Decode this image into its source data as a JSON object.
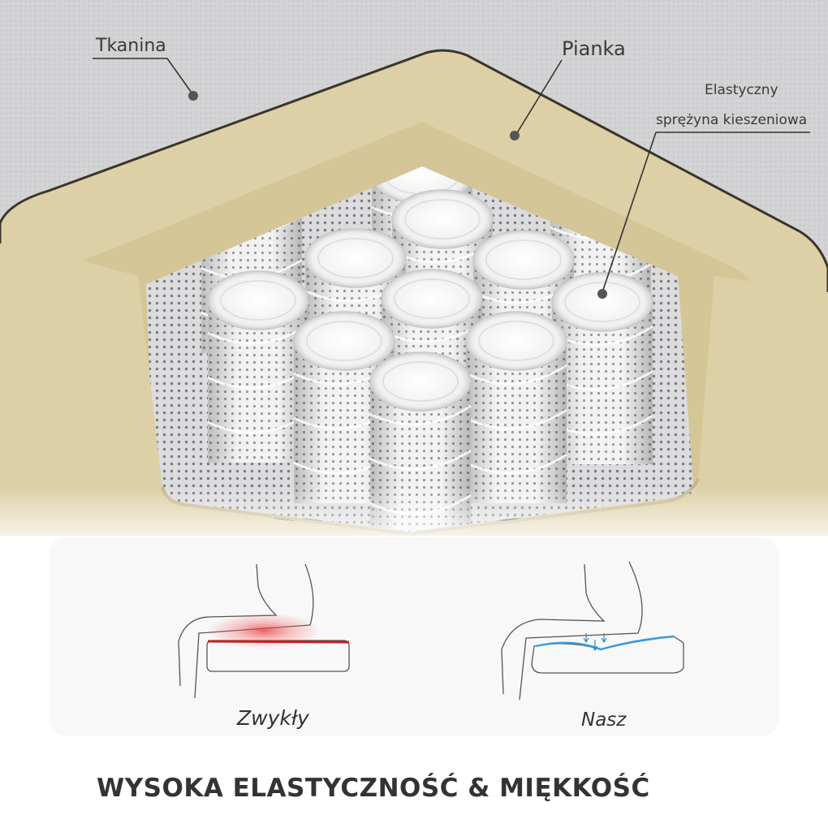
{
  "labels": {
    "fabric": "Tkanina",
    "foam": "Pianka",
    "spring_line1": "Elastyczny",
    "spring_line2": "sprężyna kieszeniowa"
  },
  "comparison": {
    "regular": "Zwykły",
    "ours": "Nasz"
  },
  "headline": "WYSOKA ELASTYCZNOŚĆ & MIĘKKOŚĆ",
  "colors": {
    "fabric": "#d4d4d6",
    "foam": "#ddd0a6",
    "foam_edge": "#c6b88c",
    "spring": "#f1f1f1",
    "pressure_red": "#e23a3a",
    "support_blue": "#3b9ae0",
    "text": "#333333"
  },
  "icons": [
    "seated-person-regular-icon",
    "seated-person-ours-icon",
    "pressure-arrows-icon"
  ]
}
